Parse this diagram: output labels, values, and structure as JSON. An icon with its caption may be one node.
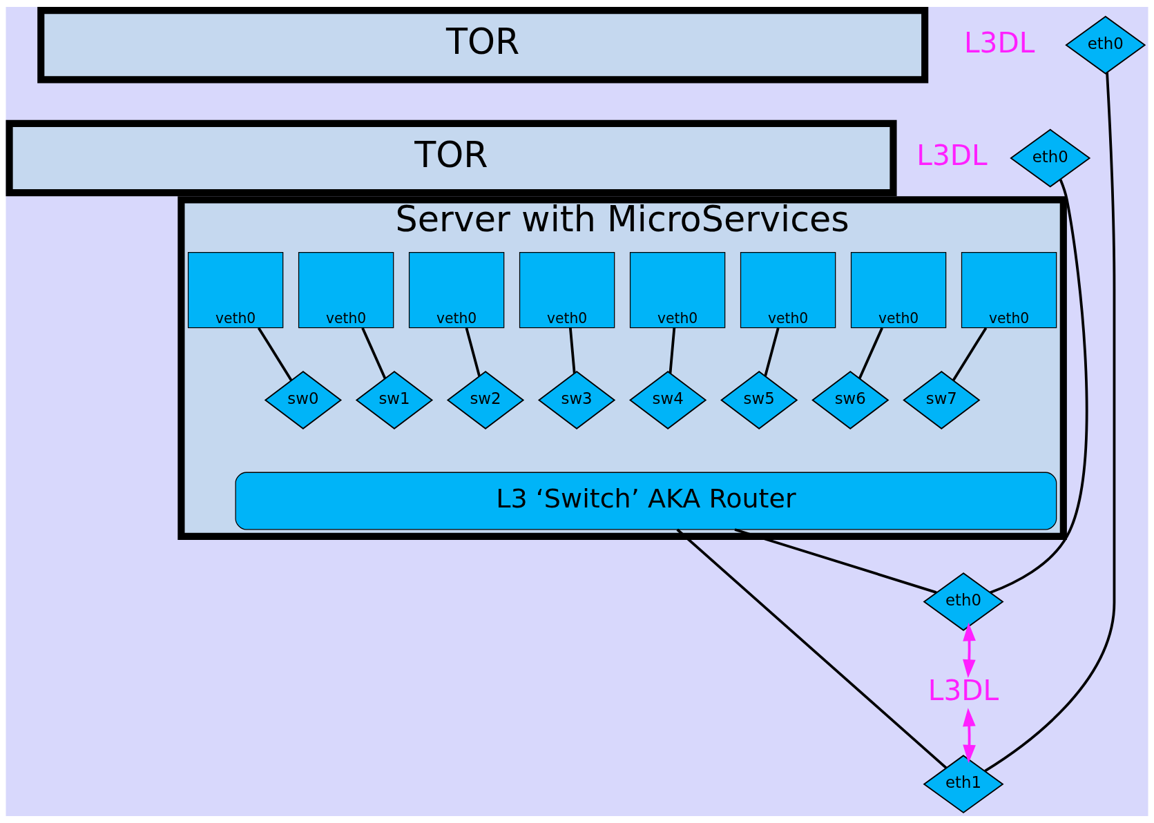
{
  "diagram": {
    "nodes": [
      {
        "text": [
          "TOR"
        ]
      },
      {
        "text": [
          "eth0"
        ],
        "beside": [
          "L3DL"
        ]
      },
      {
        "text": [
          "TOR"
        ]
      },
      {
        "text": [
          "eth0"
        ],
        "beside": [
          "L3DL"
        ]
      },
      {
        "text": [
          "Server with MicroServices"
        ]
      },
      {
        "text": [
          "veth0"
        ],
        "in": 4
      },
      {
        "text": [
          "veth0"
        ],
        "in": 4
      },
      {
        "text": [
          "veth0"
        ],
        "in": 4
      },
      {
        "text": [
          "veth0"
        ],
        "in": 4
      },
      {
        "text": [
          "veth0"
        ],
        "in": 4
      },
      {
        "text": [
          "veth0"
        ],
        "in": 4
      },
      {
        "text": [
          "veth0"
        ],
        "in": 4
      },
      {
        "text": [
          "veth0"
        ],
        "in": 4
      },
      {
        "text": [
          "L3 ‘Switch’ AKA Router"
        ],
        "in": 4
      },
      {
        "text": [
          "sw0"
        ],
        "in": 4
      },
      {
        "text": [
          "sw1"
        ],
        "in": 4
      },
      {
        "text": [
          "sw2"
        ],
        "in": 4
      },
      {
        "text": [
          "sw3"
        ],
        "in": 4
      },
      {
        "text": [
          "sw4"
        ],
        "in": 4
      },
      {
        "text": [
          "sw5"
        ],
        "in": 4
      },
      {
        "text": [
          "sw6"
        ],
        "in": 4
      },
      {
        "text": [
          "sw7"
        ],
        "in": 4
      },
      {
        "text": [
          "eth0"
        ]
      },
      {
        "text": [
          "eth1"
        ]
      },
      {
        "text": [
          "L3DL"
        ]
      }
    ],
    "edges": [
      {
        "from": 5,
        "to": 14,
        "arrow": "none"
      },
      {
        "from": 6,
        "to": 15,
        "arrow": "none"
      },
      {
        "from": 7,
        "to": 16,
        "arrow": "none"
      },
      {
        "from": 8,
        "to": 17,
        "arrow": "none"
      },
      {
        "from": 9,
        "to": 18,
        "arrow": "none"
      },
      {
        "from": 10,
        "to": 19,
        "arrow": "none"
      },
      {
        "from": 11,
        "to": 20,
        "arrow": "none"
      },
      {
        "from": 12,
        "to": 21,
        "arrow": "none"
      },
      {
        "from": 13,
        "to": 22,
        "arrow": "none"
      },
      {
        "from": 13,
        "to": 23,
        "arrow": "none"
      },
      {
        "from": 1,
        "to": 23,
        "arrow": "none"
      },
      {
        "from": 3,
        "to": 22,
        "arrow": "none"
      },
      {
        "from": 24,
        "to": 22,
        "arrow": "both",
        "color": "#ff20ff"
      },
      {
        "from": 24,
        "to": 23,
        "arrow": "both",
        "color": "#ff20ff"
      }
    ]
  }
}
